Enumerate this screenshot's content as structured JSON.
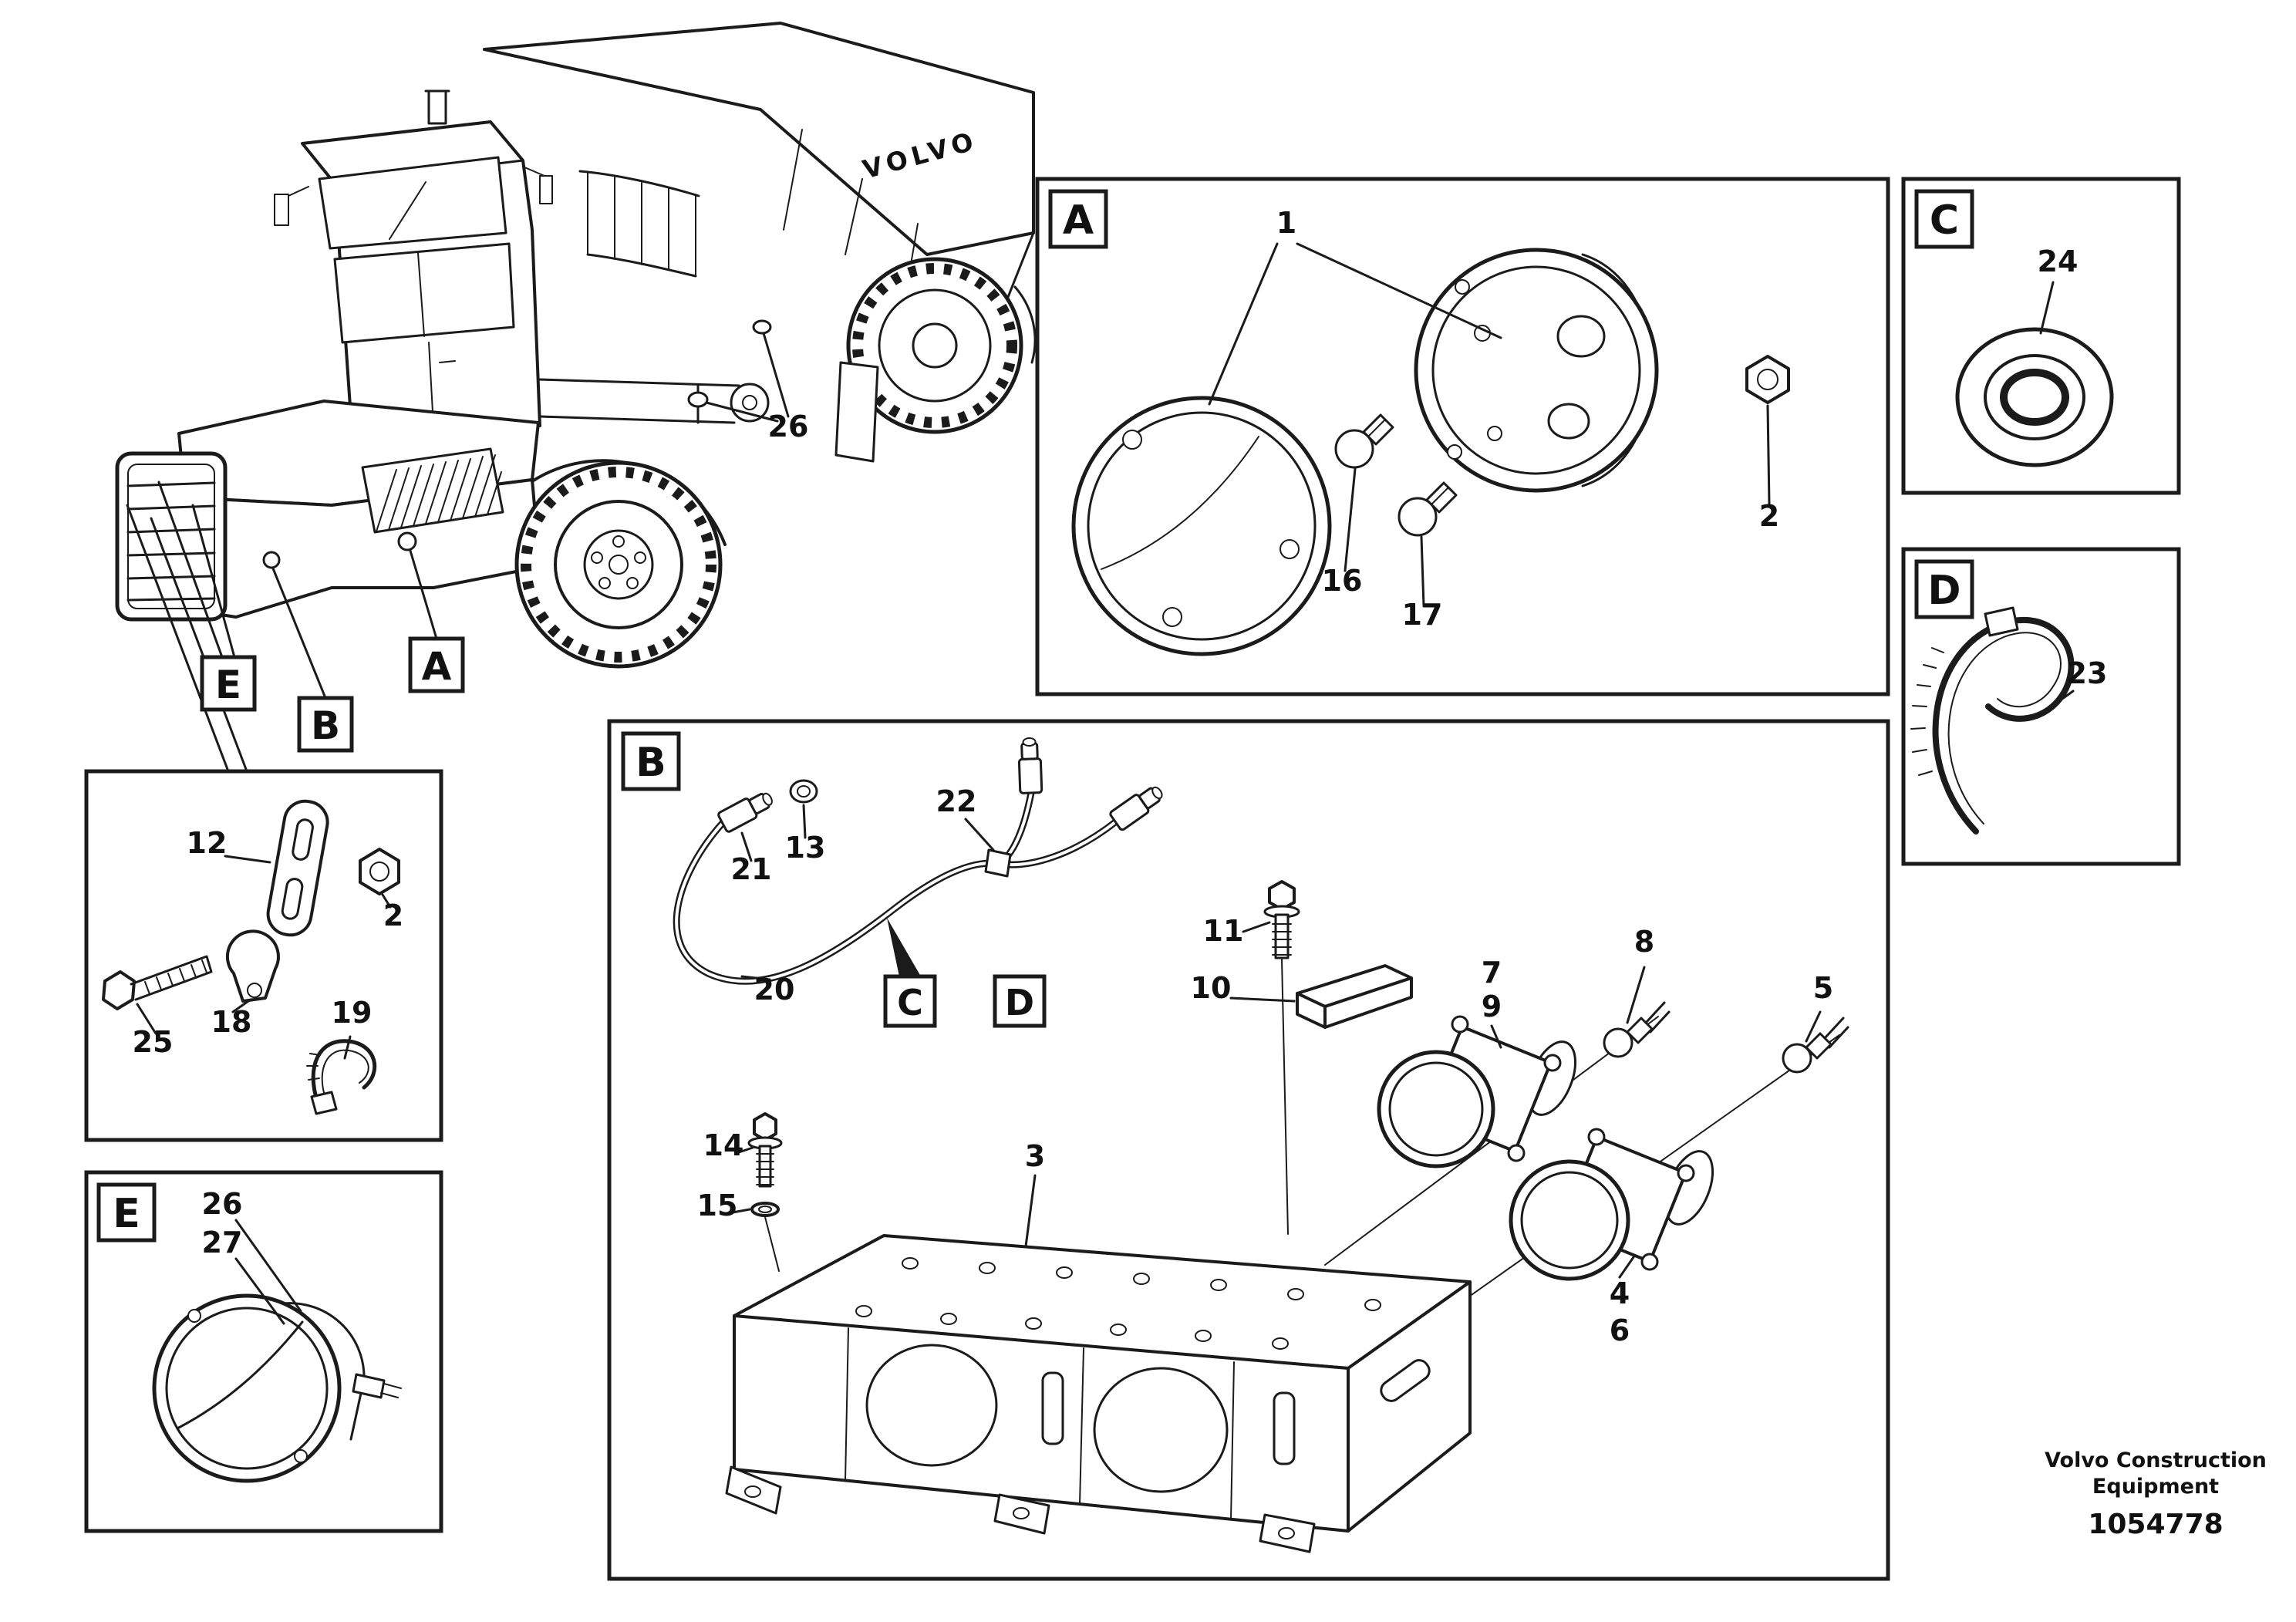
{
  "document": {
    "publisher_line1": "Volvo Construction",
    "publisher_line2": "Equipment",
    "figure_number": "1054778"
  },
  "truck": {
    "body_logo": "VOLVO",
    "callout_e": "E",
    "callout_b": "B",
    "callout_a": "A",
    "part_26": "26"
  },
  "panel_a": {
    "title": "A",
    "part_1": "1",
    "part_16": "16",
    "part_17": "17",
    "part_2": "2"
  },
  "panel_c": {
    "title": "C",
    "part_24": "24"
  },
  "panel_d": {
    "title": "D",
    "part_23": "23"
  },
  "panel_fasteners": {
    "part_12": "12",
    "part_2": "2",
    "part_25": "25",
    "part_18": "18",
    "part_19": "19"
  },
  "panel_e": {
    "title": "E",
    "part_26": "26",
    "part_27": "27"
  },
  "panel_b": {
    "title": "B",
    "part_20": "20",
    "part_21": "21",
    "part_13": "13",
    "part_22": "22",
    "callout_c": "C",
    "callout_d": "D",
    "part_11": "11",
    "part_10": "10",
    "part_7": "7",
    "part_9": "9",
    "part_8": "8",
    "part_5": "5",
    "part_14": "14",
    "part_15": "15",
    "part_3": "3",
    "part_4": "4",
    "part_6": "6"
  }
}
